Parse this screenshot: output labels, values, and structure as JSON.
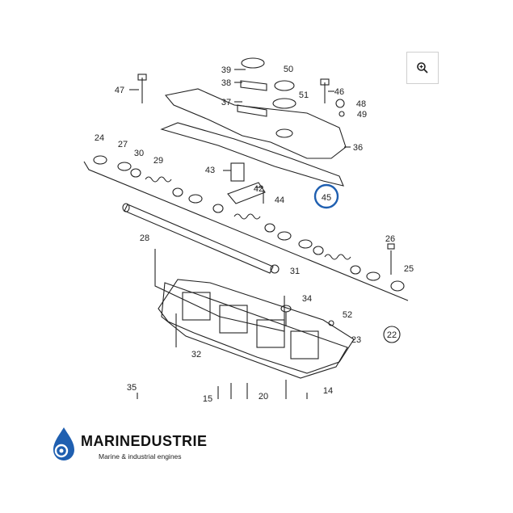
{
  "labels": [
    "47",
    "39",
    "38",
    "37",
    "50",
    "51",
    "46",
    "48",
    "49",
    "36",
    "24",
    "27",
    "30",
    "29",
    "43",
    "42",
    "44",
    "45",
    "28",
    "31",
    "26",
    "25",
    "34",
    "52",
    "23",
    "22",
    "32",
    "35",
    "15",
    "20",
    "14"
  ],
  "highlighted": "45",
  "highlight_color": "#1f5fb0",
  "zoom_icon": "zoom-in-icon",
  "brand": {
    "name": "MARINEDUSTRIE",
    "tagline": "Marine & industrial engines",
    "logo_icon": "water-drop-gear-icon",
    "logo_color": "#1f5fb0"
  }
}
